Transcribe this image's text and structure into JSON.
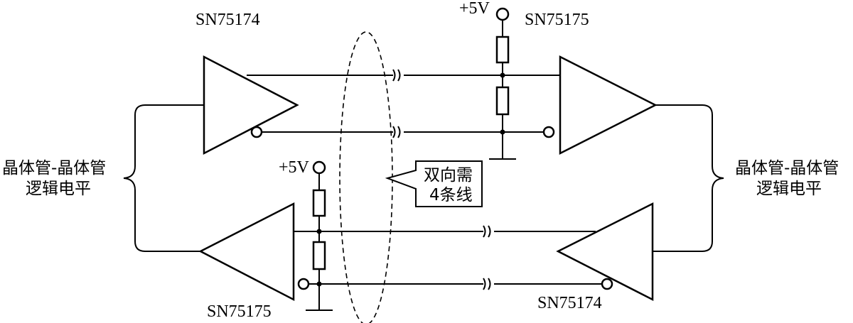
{
  "labels": {
    "driver_top": "SN75174",
    "receiver_top": "SN75175",
    "receiver_bottom": "SN75175",
    "driver_bottom": "SN75174",
    "supply_top": "+5V",
    "supply_bottom": "+5V",
    "logic_left_line1": "晶体管-晶体管",
    "logic_left_line2": "逻辑电平",
    "logic_right_line1": "晶体管-晶体管",
    "logic_right_line2": "逻辑电平",
    "callout_line1": "双向需",
    "callout_line2": "4条线"
  }
}
